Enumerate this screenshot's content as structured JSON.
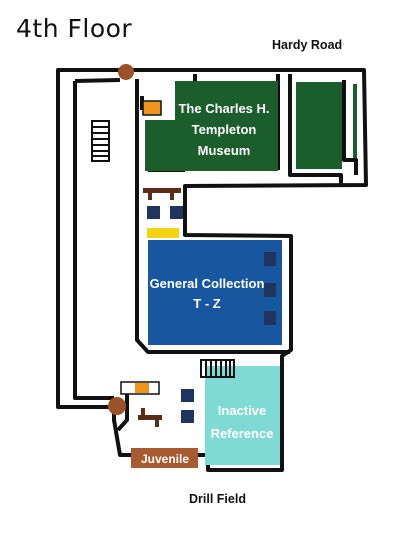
{
  "floor_title": "4th Floor",
  "labels": {
    "north_road": "Hardy Road",
    "south_road": "Drill Field"
  },
  "zones": [
    {
      "id": "museum",
      "lines": [
        "The Charles H.",
        "Templeton",
        "Museum"
      ],
      "color": "#1b5e2c"
    },
    {
      "id": "general",
      "lines": [
        "General Collection",
        "T - Z"
      ],
      "color": "#1856a0"
    },
    {
      "id": "inactive",
      "lines": [
        "Inactive",
        "Reference"
      ],
      "color": "#7fdad6"
    },
    {
      "id": "juvenile",
      "lines": [
        "Juvenile"
      ],
      "color": "#a85a30"
    }
  ],
  "colors": {
    "wall": "#111111",
    "museum_green": "#1b5e2c",
    "collection_blue": "#1856a0",
    "reference_teal": "#7fdad6",
    "juvenile_brown": "#a85a30",
    "elevator_marker": "#9c5228",
    "accent_orange": "#f0941e",
    "accent_yellow": "#f5d310",
    "shelf_navy": "#1f3560"
  },
  "icons": [
    "stairs-icon",
    "elevator-marker-icon",
    "restroom-icon",
    "desk-icon"
  ]
}
